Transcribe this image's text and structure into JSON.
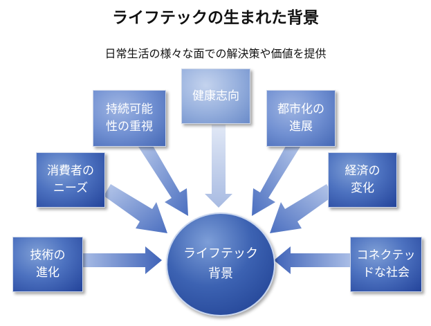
{
  "title": "ライフテックの生まれた背景",
  "subtitle": "日常生活の様々な面での解決策や価値を提供",
  "center": {
    "line1": "ライフテック",
    "line2": "背景"
  },
  "nodes": {
    "technology": {
      "line1": "技術の",
      "line2": "進化"
    },
    "consumer": {
      "line1": "消費者の",
      "line2": "ニーズ"
    },
    "sustainability": {
      "line1": "持続可能",
      "line2": "性の重視"
    },
    "health": {
      "line1": "健康志向"
    },
    "urbanization": {
      "line1": "都市化の",
      "line2": "進展"
    },
    "economy": {
      "line1": "経済の",
      "line2": "変化"
    },
    "connected": {
      "line1": "コネクテッ",
      "line2": "ドな社会"
    }
  },
  "colors": {
    "dark_box": "#2f54a8",
    "light_box": "#98b1de",
    "arrow": "#5a7cc6"
  }
}
